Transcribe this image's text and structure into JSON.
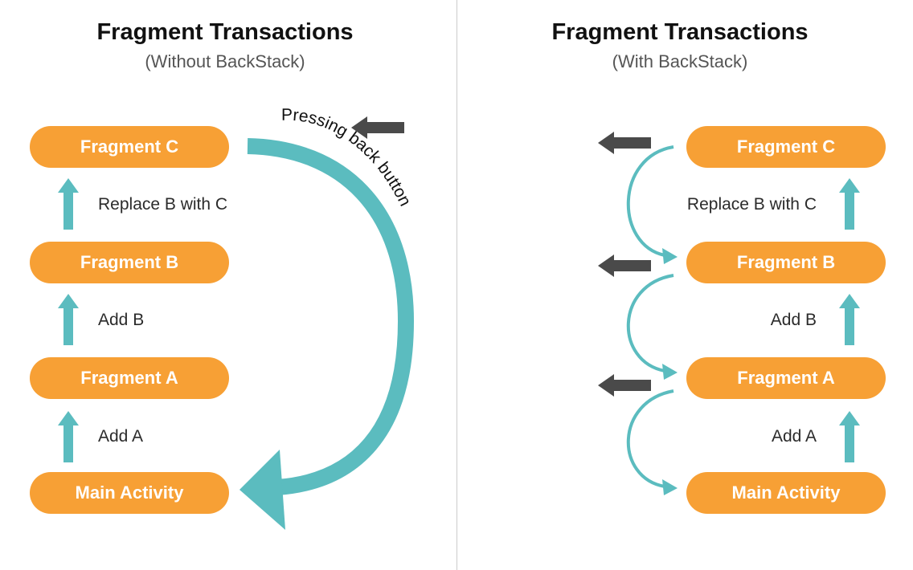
{
  "left": {
    "title": "Fragment Transactions",
    "subtitle": "(Without BackStack)",
    "boxes": [
      "Fragment C",
      "Fragment B",
      "Fragment A",
      "Main Activity"
    ],
    "steps": [
      "Replace B with C",
      "Add B",
      "Add A"
    ],
    "back_label": "Pressing back button"
  },
  "right": {
    "title": "Fragment Transactions",
    "subtitle": "(With BackStack)",
    "boxes": [
      "Fragment C",
      "Fragment B",
      "Fragment A",
      "Main Activity"
    ],
    "steps": [
      "Replace B with C",
      "Add B",
      "Add A"
    ]
  },
  "colors": {
    "box_fill": "#f7a035",
    "flow_arrow": "#5bbcbf",
    "back_arrow": "#4a4a4a"
  }
}
